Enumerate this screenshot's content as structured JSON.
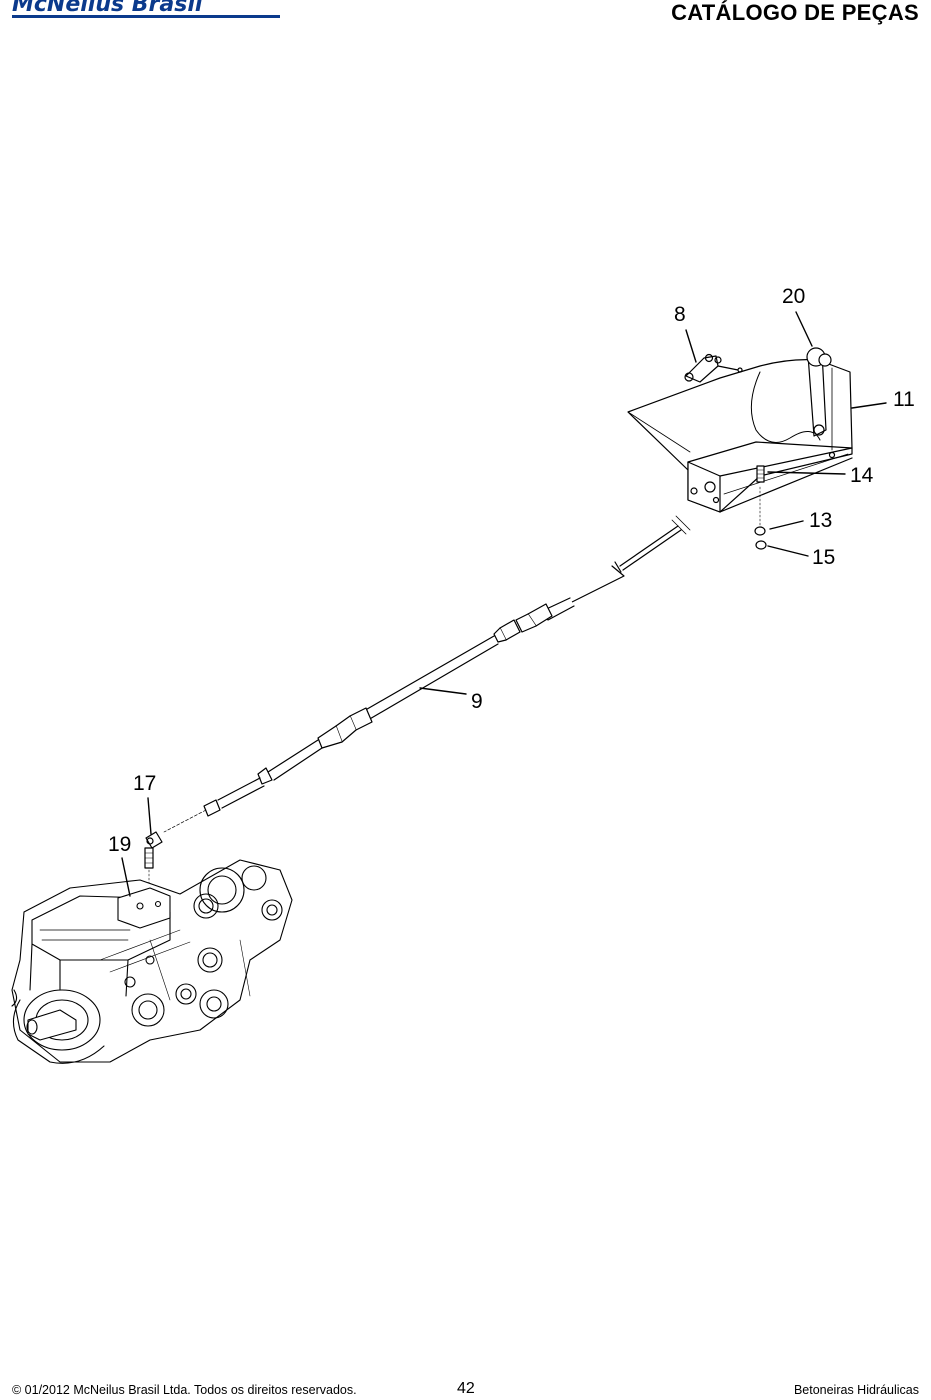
{
  "header": {
    "logo_text": "McNeilus Brasil",
    "title": "CATÁLOGO DE PEÇAS"
  },
  "diagram": {
    "callouts": {
      "c8": "8",
      "c20": "20",
      "c11": "11",
      "c14": "14",
      "c13": "13",
      "c15": "15",
      "c9": "9",
      "c17": "17",
      "c19": "19"
    }
  },
  "footer": {
    "copyright": "© 01/2012 McNeilus Brasil Ltda. Todos os direitos reservados.",
    "page_number": "42",
    "section": "Betoneiras Hidráulicas"
  },
  "colors": {
    "brand_blue": "#0b3a8c",
    "line": "#000000"
  }
}
